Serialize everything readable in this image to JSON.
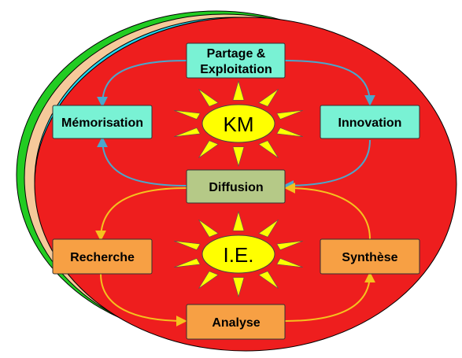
{
  "colors": {
    "outer_green": "#22cc22",
    "outer_peach": "#f5c99a",
    "outer_cyan": "#22d6ee",
    "main_red": "#ee1e1e",
    "box_teal": "#79f2d4",
    "box_olive": "#b5c987",
    "box_orange": "#f7a044",
    "sun_yellow": "#ffff00",
    "arrow_blue": "#4aa8cc",
    "arrow_yellow": "#f5c21e"
  },
  "km_cycle": {
    "sun_label": "KM",
    "nodes": {
      "partage": [
        "Partage &",
        "Exploitation"
      ],
      "memorisation": "Mémorisation",
      "innovation": "Innovation"
    }
  },
  "diffusion": "Diffusion",
  "ie_cycle": {
    "sun_label": "I.E.",
    "nodes": {
      "recherche": "Recherche",
      "synthese": "Synthèse",
      "analyse": "Analyse"
    }
  },
  "icons": [
    "sun-icon",
    "arrow-icon"
  ]
}
